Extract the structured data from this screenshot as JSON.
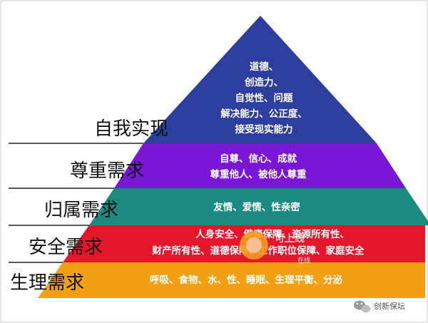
{
  "diagram": {
    "levels": [
      {
        "name": "自我实现",
        "color": "#2d3f9e",
        "lines": [
          "道德、",
          "创造力、",
          "自觉性、问题",
          "解决能力、公正度、",
          "接受现实能力"
        ]
      },
      {
        "name": "尊重需求",
        "color": "#7a16d6",
        "lines": [
          "自尊、信心、成就",
          "尊重他人、被他人尊重"
        ]
      },
      {
        "name": "归属需求",
        "color": "#1b8a80",
        "lines": [
          "友情、爱情、性亲密"
        ]
      },
      {
        "name": "安全需求",
        "color": "#e5162c",
        "lines": [
          "人身安全、健康保障、资源所有性、",
          "财产所有性、道德保障、工作职位保障、家庭安全"
        ]
      },
      {
        "name": "生理需求",
        "color": "#f2a014",
        "lines": [
          "呼吸、食物、水、性、睡眠、生理平衡、分泌"
        ]
      }
    ]
  },
  "overlays": {
    "stamp_text": "可上线",
    "stamp_sub": "在线",
    "watermark": "创新保坛",
    "watermark_icon": "wechat-icon",
    "stamp_color": "#f39a1f"
  }
}
